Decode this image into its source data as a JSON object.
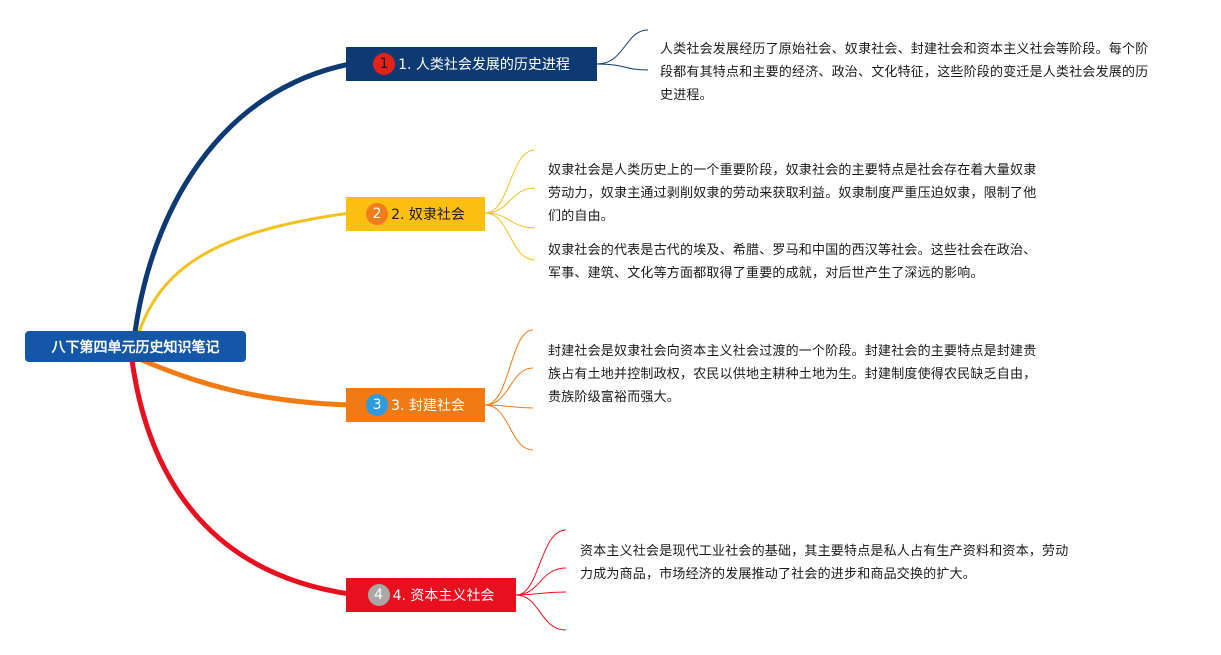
{
  "root": {
    "label": "八下第四单元历史知识笔记",
    "color": "#1457a8"
  },
  "branches": [
    {
      "number": "1",
      "label": "1. 人类社会发展的历史进程",
      "color": "#0d3a73",
      "badge_color": "#e2231a",
      "text_color": "#ffffff",
      "notes": [
        "人类社会发展经历了原始社会、奴隶社会、封建社会和资本主义社会等阶段。每个阶段都有其特点和主要的经济、政治、文化特征，这些阶段的变迁是人类社会发展的历史进程。"
      ]
    },
    {
      "number": "2",
      "label": "2. 奴隶社会",
      "color": "#fdbf0f",
      "badge_color": "#ef7d1a",
      "text_color": "#1a1a1a",
      "notes": [
        "奴隶社会是人类历史上的一个重要阶段，奴隶社会的主要特点是社会存在着大量奴隶劳动力，奴隶主通过剥削奴隶的劳动来获取利益。奴隶制度严重压迫奴隶，限制了他们的自由。",
        "奴隶社会的代表是古代的埃及、希腊、罗马和中国的西汉等社会。这些社会在政治、军事、建筑、文化等方面都取得了重要的成就，对后世产生了深远的影响。"
      ]
    },
    {
      "number": "3",
      "label": "3. 封建社会",
      "color": "#f27a12",
      "badge_color": "#2e9be0",
      "text_color": "#ffffff",
      "notes": [
        "封建社会是奴隶社会向资本主义社会过渡的一个阶段。封建社会的主要特点是封建贵族占有土地并控制政权，农民以供地主耕种土地为生。封建制度使得农民缺乏自由，贵族阶级富裕而强大。"
      ]
    },
    {
      "number": "4",
      "label": "4. 资本主义社会",
      "color": "#e8101e",
      "badge_color": "#a8a8a8",
      "text_color": "#ffffff",
      "notes": [
        "资本主义社会是现代工业社会的基础，其主要特点是私人占有生产资料和资本，劳动力成为商品，市场经济的发展推动了社会的进步和商品交换的扩大。"
      ]
    }
  ]
}
